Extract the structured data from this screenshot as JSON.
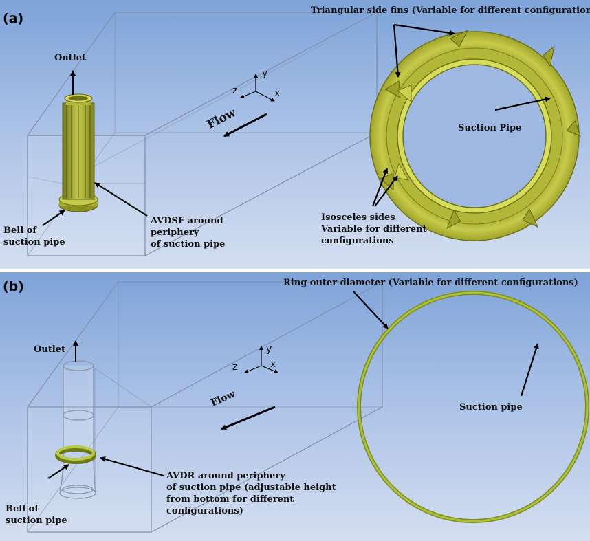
{
  "panel_a": {
    "label": "(a)",
    "outlet": "Outlet",
    "flow": "Flow",
    "axes": {
      "x": "x",
      "y": "y",
      "z": "z"
    },
    "bell_line1": "Bell of",
    "bell_line2": "suction pipe",
    "device_line1": "AVDSF around",
    "device_line2": "periphery",
    "device_line3": "of suction pipe",
    "fins_label": "Triangular side fins (Variable for different configurations)",
    "suction_label": "Suction Pipe",
    "isosceles_line1": "Isosceles sides",
    "isosceles_line2": "Variable for different",
    "isosceles_line3": "configurations"
  },
  "panel_b": {
    "label": "(b)",
    "outlet": "Outlet",
    "flow": "Flow",
    "axes": {
      "x": "x",
      "y": "y",
      "z": "z"
    },
    "bell_line1": "Bell of",
    "bell_line2": "suction pipe",
    "device_line1": "AVDR around periphery",
    "device_line2": "of suction pipe (adjustable height",
    "device_line3": "from bottom for different",
    "device_line4": "configurations)",
    "ring_label": "Ring outer diameter (Variable for different configurations)",
    "suction_label": "Suction pipe"
  },
  "colors": {
    "device": "#b8bb3c",
    "device_dark": "#7f8420",
    "ring": "#9bb83a",
    "wire": "#8a98b0"
  }
}
